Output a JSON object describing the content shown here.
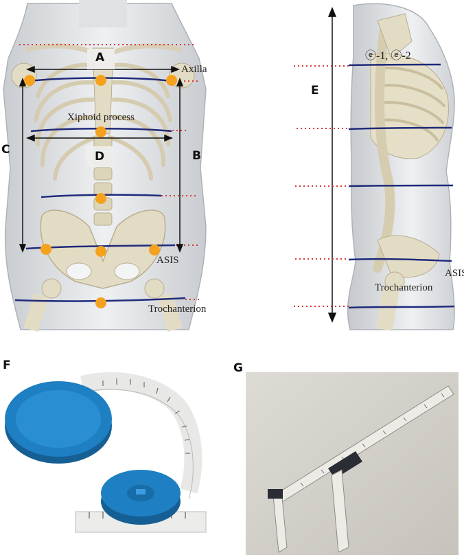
{
  "front_view": {
    "labels": {
      "a": "A",
      "axilla": "Axilla",
      "xiphoid": "Xiphoid process",
      "c": "C",
      "b": "B",
      "d": "D",
      "asis": "ASIS",
      "trochanterion": "Trochanterion"
    }
  },
  "side_view": {
    "labels": {
      "e": "E",
      "e_points": "ⓔ-1, ⓔ-2",
      "asis": "ASIS",
      "trochanterion": "Trochanterion"
    }
  },
  "photo_f": {
    "label": "F"
  },
  "photo_g": {
    "label": "G"
  },
  "colors": {
    "measurement_line": "#1f2a7a",
    "landmark_dot": "#f4a21d",
    "reference_dotted": "#d23a3a",
    "tape_blue": "#1e7fc2",
    "caliper_dark": "#2a2d33"
  }
}
